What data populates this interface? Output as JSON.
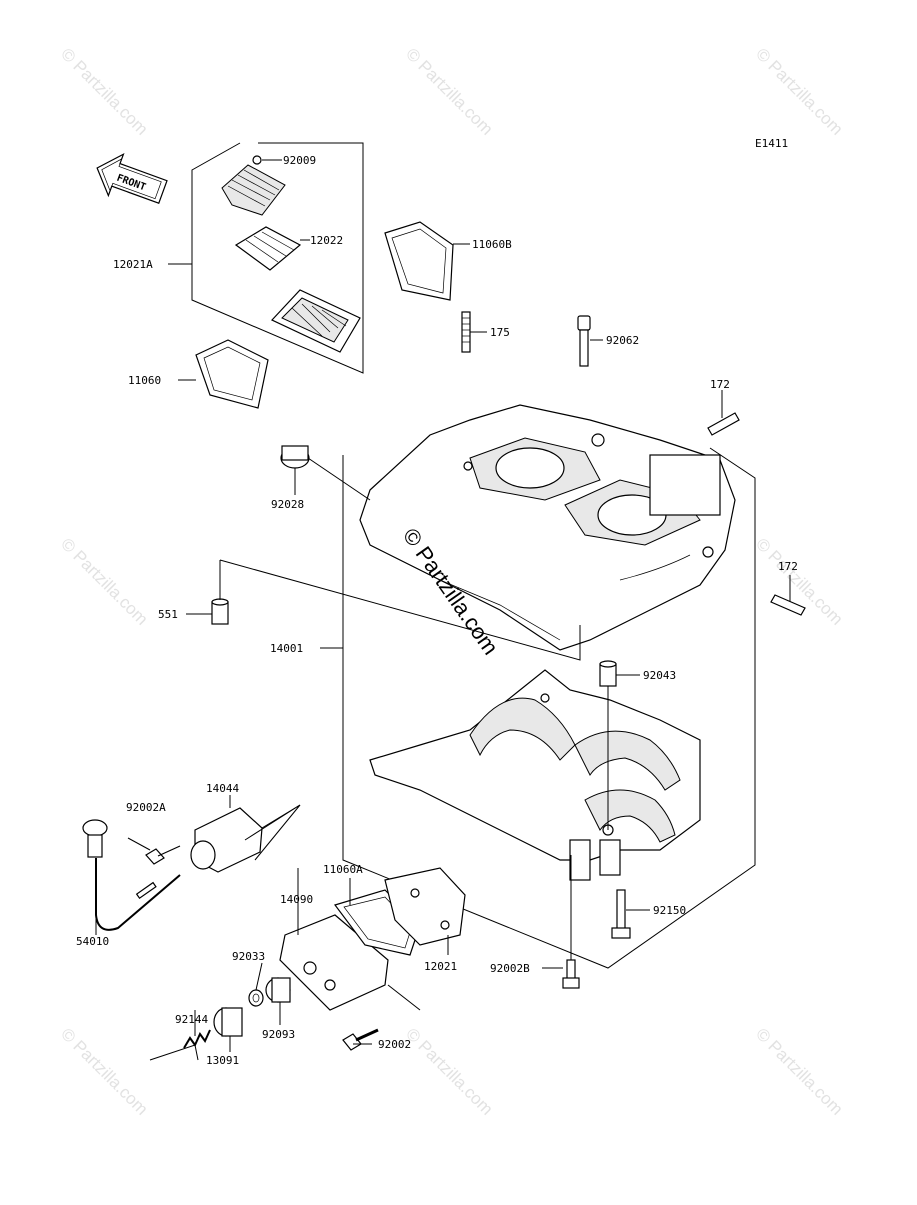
{
  "diagram": {
    "code": "E1411",
    "front_label": "FRONT",
    "watermark": "© Partzilla.com",
    "center_watermark": "© Partzilla.com",
    "labels": [
      {
        "id": "92009",
        "text": "92009"
      },
      {
        "id": "12022",
        "text": "12022"
      },
      {
        "id": "12021A",
        "text": "12021A"
      },
      {
        "id": "11060B",
        "text": "11060B"
      },
      {
        "id": "175",
        "text": "175"
      },
      {
        "id": "92062",
        "text": "92062"
      },
      {
        "id": "11060",
        "text": "11060"
      },
      {
        "id": "172a",
        "text": "172"
      },
      {
        "id": "92028",
        "text": "92028"
      },
      {
        "id": "172b",
        "text": "172"
      },
      {
        "id": "551",
        "text": "551"
      },
      {
        "id": "14001",
        "text": "14001"
      },
      {
        "id": "92043",
        "text": "92043"
      },
      {
        "id": "14044",
        "text": "14044"
      },
      {
        "id": "92002A",
        "text": "92002A"
      },
      {
        "id": "11060A",
        "text": "11060A"
      },
      {
        "id": "14090",
        "text": "14090"
      },
      {
        "id": "92150",
        "text": "92150"
      },
      {
        "id": "54010",
        "text": "54010"
      },
      {
        "id": "92033",
        "text": "92033"
      },
      {
        "id": "12021",
        "text": "12021"
      },
      {
        "id": "92002B",
        "text": "92002B"
      },
      {
        "id": "92144",
        "text": "92144"
      },
      {
        "id": "92093",
        "text": "92093"
      },
      {
        "id": "13091",
        "text": "13091"
      },
      {
        "id": "92002",
        "text": "92002"
      }
    ]
  }
}
